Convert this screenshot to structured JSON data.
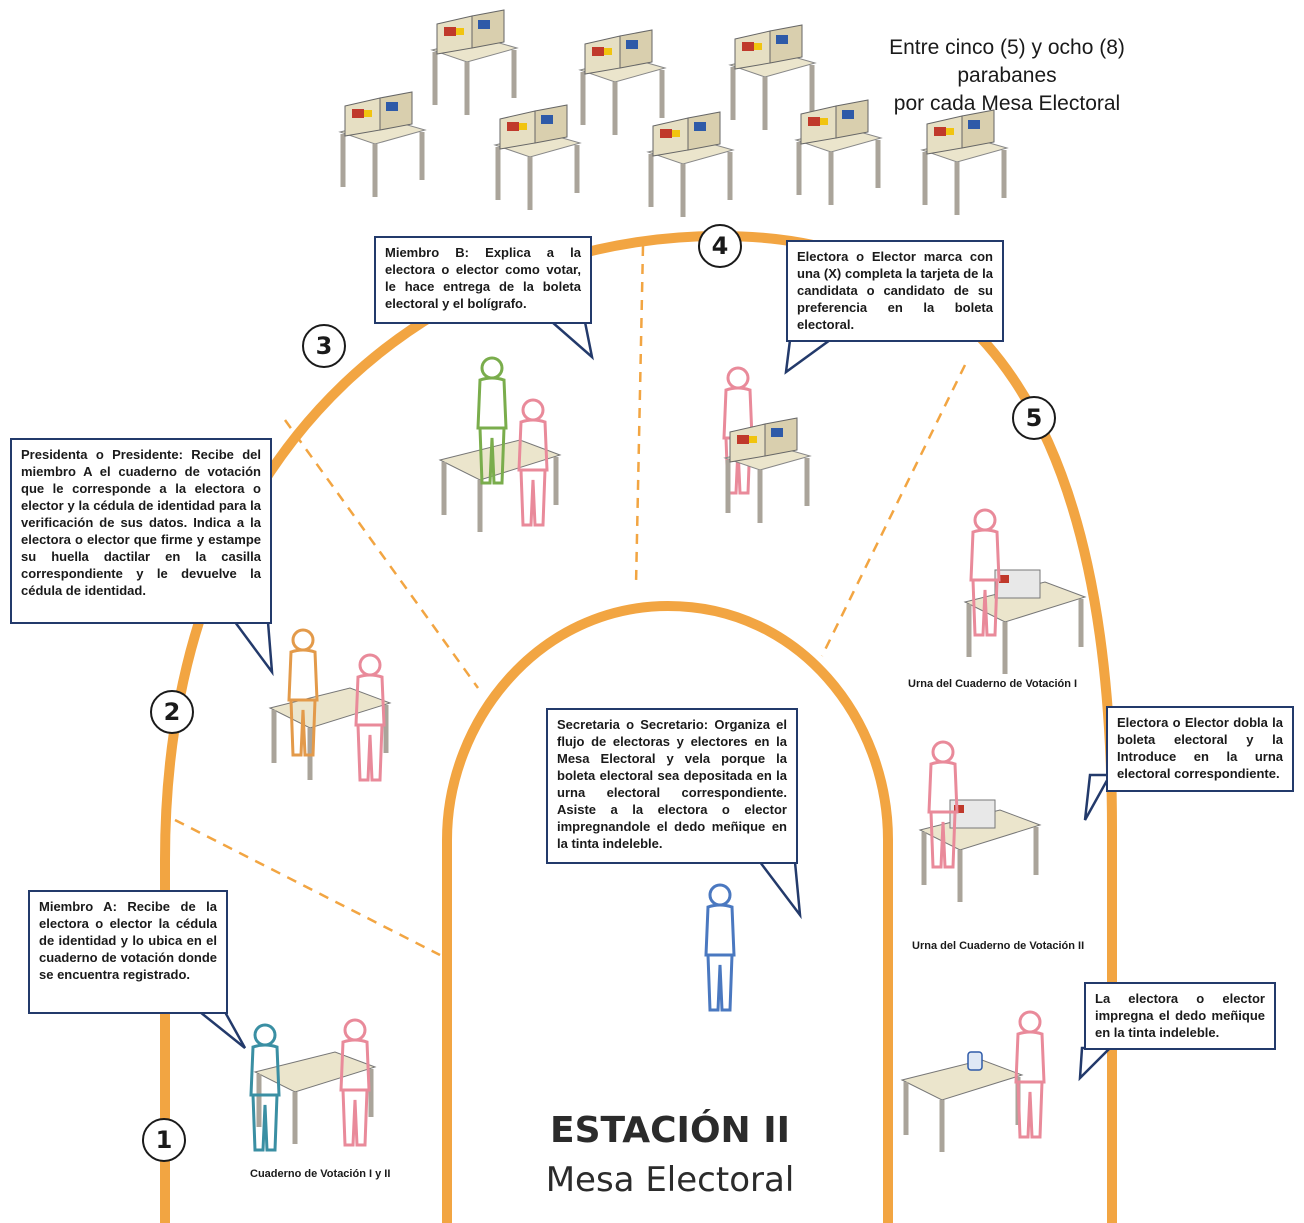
{
  "top_note": {
    "line1": "Entre cinco (5) y ocho (8) parabanes",
    "line2": "por cada Mesa Electoral"
  },
  "steps": [
    {
      "number": "1",
      "text": "Miembro A: Recibe de la electora o elector la cédula de identidad y lo ubica en el cuaderno de votación donde se encuentra registrado."
    },
    {
      "number": "2",
      "text": "Presidenta o Presidente: Recibe del miembro A el cuaderno de votación que le corresponde a la electora o elector y la cédula de identidad para la verificación de sus datos. Indica a la electora o elector que firme y estampe su huella dactilar en la casilla correspondiente y le devuelve la cédula de identidad."
    },
    {
      "number": "3",
      "text": "Miembro B: Explica a la electora o elector como votar, le hace entrega de la boleta electoral y el bolígrafo."
    },
    {
      "number": "4",
      "text": "Electora o Elector marca con una (X) completa la tarjeta de la candidata o candidato de su preferencia en la boleta electoral."
    },
    {
      "number": "5",
      "text": "Electora o Elector dobla la boleta electoral y la Introduce en la urna electoral correspondiente."
    }
  ],
  "secretary": {
    "text": "Secretaria o Secretario: Organiza el flujo de electoras y electores en la Mesa Electoral y vela porque la boleta electoral sea depositada en la urna electoral correspondiente. Asiste a la electora o elector impregnandole el dedo meñique en la tinta indeleble."
  },
  "ink": {
    "text": "La electora o elector impregna el dedo meñique en la tinta indeleble."
  },
  "captions": {
    "urna1": "Urna del Cuaderno de Votación I",
    "urna2": "Urna del Cuaderno de Votación II",
    "cuaderno": "Cuaderno de Votación I y II"
  },
  "station": {
    "title": "ESTACIÓN II",
    "subtitle": "Mesa Electoral"
  },
  "colors": {
    "arc": "#f2a542",
    "callout_border": "#233a6b",
    "member_a": "#3a8fa3",
    "president": "#e39a4a",
    "member_b": "#7aad4c",
    "voter": "#e98a9a",
    "secretary": "#4a78c0",
    "booth": "#d9cfae",
    "table": "#ebe5cc"
  },
  "icons": [
    "voting-booth-icon",
    "person-icon",
    "ballot-box-icon",
    "ink-jar-icon"
  ]
}
